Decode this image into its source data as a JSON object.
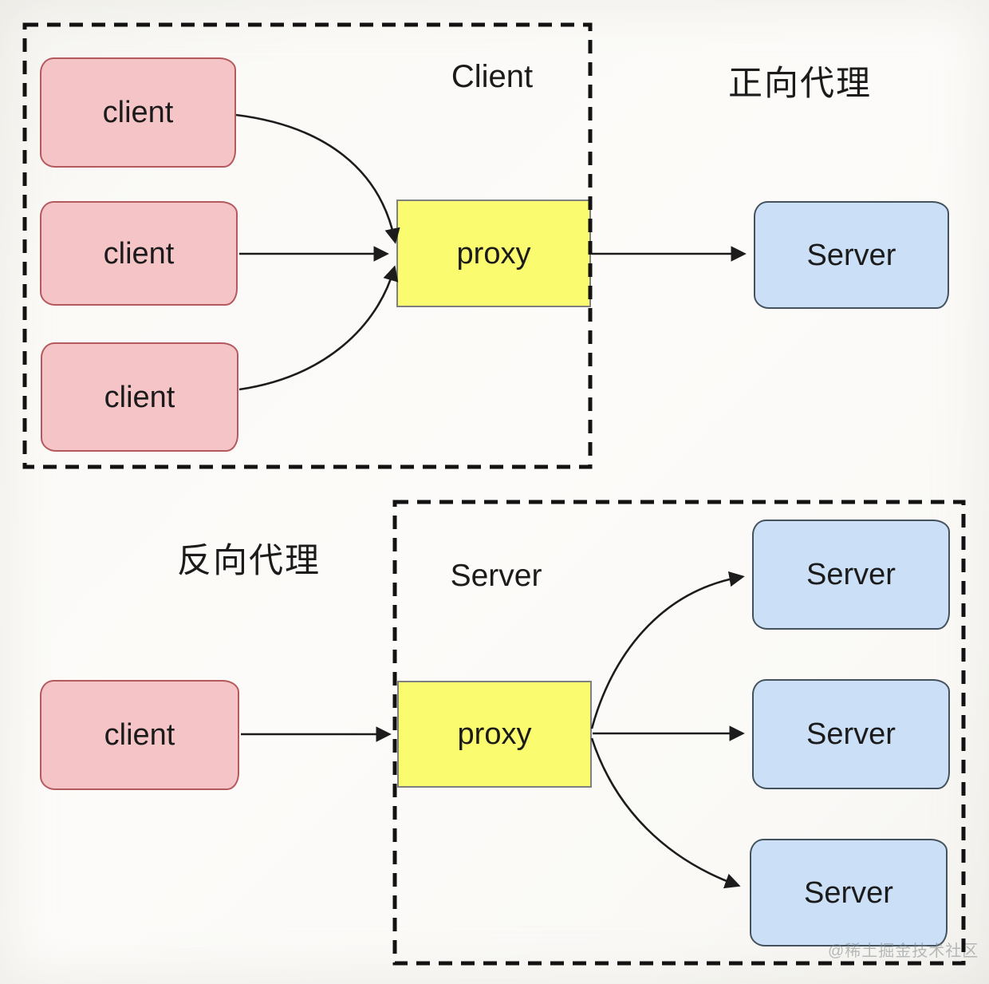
{
  "colors": {
    "client_fill": "#f5c4c6",
    "client_border": "#b45a5e",
    "proxy_fill": "#fafb6e",
    "proxy_border": "#7f7f7f",
    "server_fill": "#cbdff6",
    "server_border": "#44525e",
    "dashed": "#121212",
    "arrow": "#1c1c1c",
    "ink": "#1b1b1b"
  },
  "forward": {
    "section_label": "正向代理",
    "group_label": "Client",
    "clients": [
      "client",
      "client",
      "client"
    ],
    "proxy": "proxy",
    "server": "Server"
  },
  "reverse": {
    "section_label": "反向代理",
    "group_label": "Server",
    "client": "client",
    "proxy": "proxy",
    "servers": [
      "Server",
      "Server",
      "Server"
    ]
  },
  "watermark": "@稀土掘金技术社区"
}
